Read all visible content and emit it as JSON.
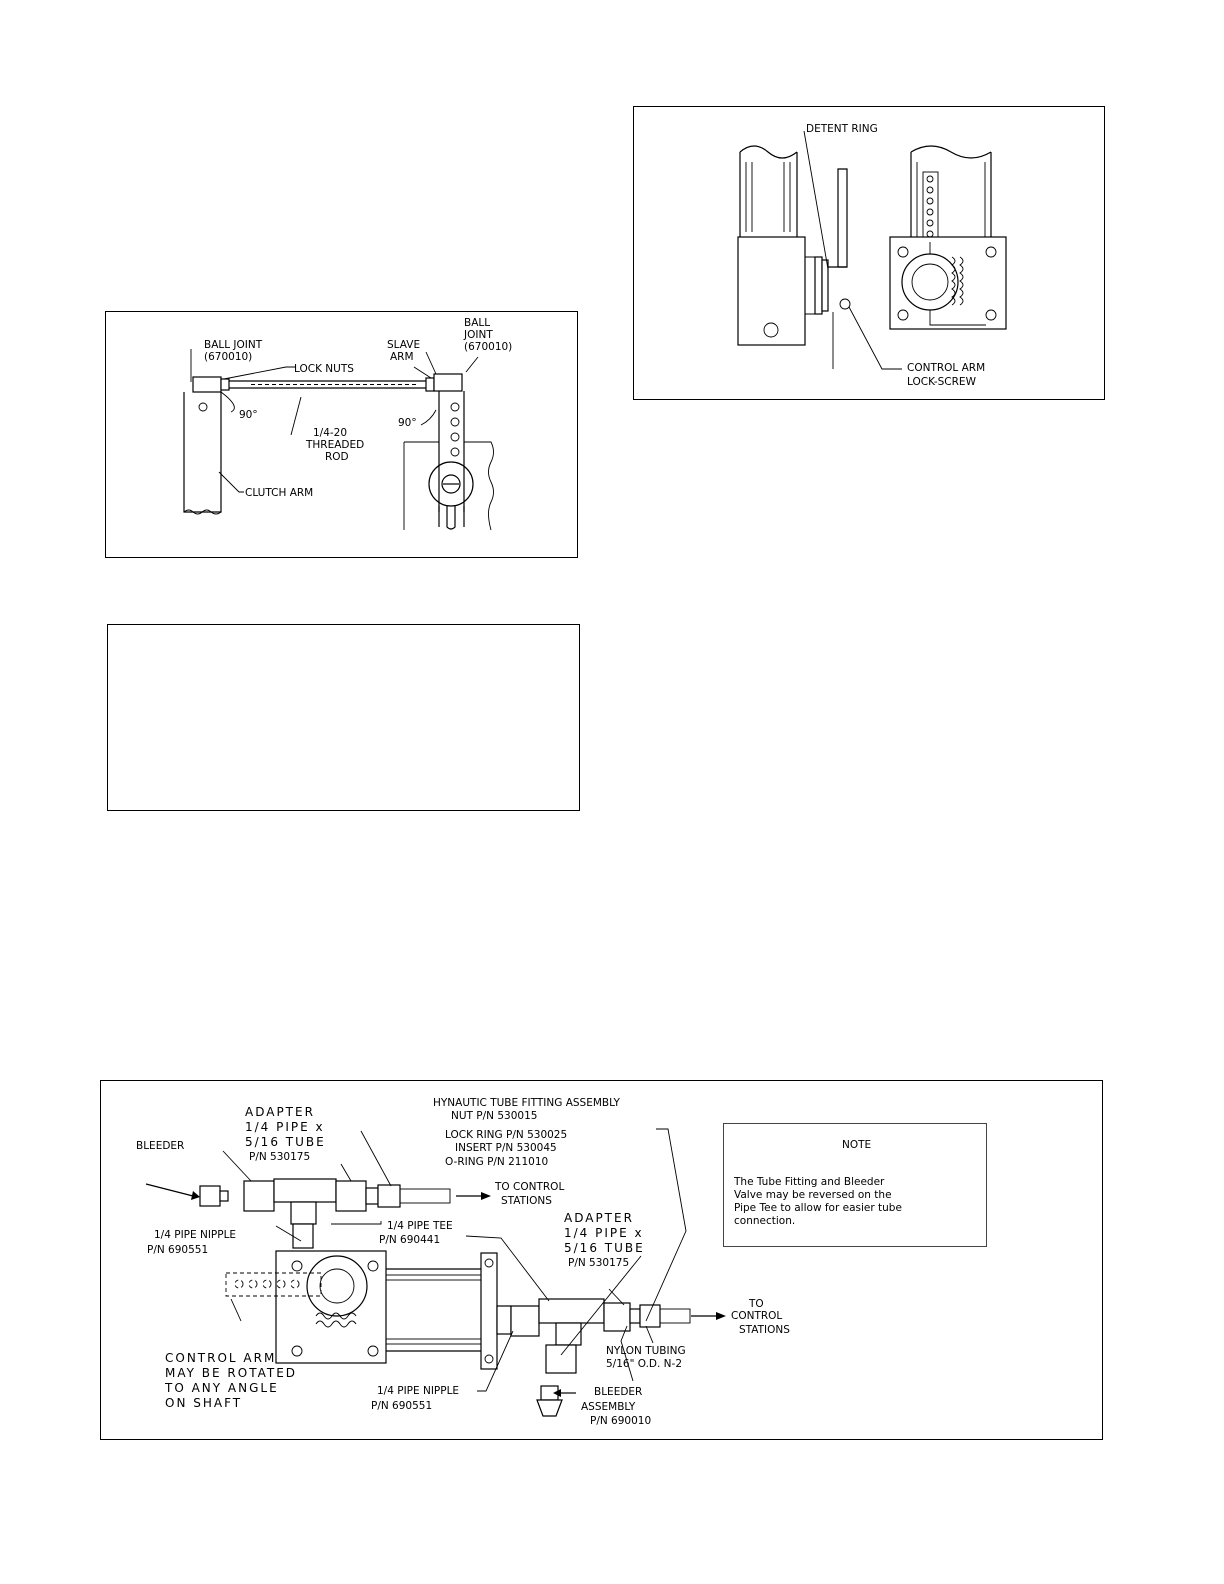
{
  "linkage": {
    "ball_joint_left": "BALL JOINT",
    "ball_joint_left_pn": "(670010)",
    "lock_nuts": "LOCK NUTS",
    "slave_arm_1": "SLAVE",
    "slave_arm_2": "ARM",
    "ball_joint_right_1": "BALL",
    "ball_joint_right_2": "JOINT",
    "ball_joint_right_pn": "(670010)",
    "angle_left": "90°",
    "angle_right": "90°",
    "rod_1": "1/4-20",
    "rod_2": "THREADED",
    "rod_3": "ROD",
    "clutch_arm": "CLUTCH ARM"
  },
  "detent": {
    "detent_ring": "DETENT RING",
    "control_arm_1": "CONTROL ARM",
    "control_arm_2": "LOCK-SCREW"
  },
  "assembly": {
    "adapter_top": [
      "ADAPTER",
      "1/4 PIPE x",
      "5/16 TUBE",
      "P/N 530175"
    ],
    "bleeder": "BLEEDER",
    "hynautic": [
      "HYNAUTIC TUBE FITTING ASSEMBLY",
      "NUT P/N 530015",
      "LOCK RING P/N 530025",
      "INSERT P/N 530045",
      "O-RING P/N 211010"
    ],
    "to_control_top": [
      "TO CONTROL",
      "STATIONS"
    ],
    "pipe_nipple_top": [
      "1/4 PIPE NIPPLE",
      "P/N 690551"
    ],
    "pipe_tee": [
      "1/4 PIPE TEE",
      "P/N 690441"
    ],
    "adapter_right": [
      "ADAPTER",
      "1/4 PIPE x",
      "5/16 TUBE",
      "P/N 530175"
    ],
    "control_arm": [
      "CONTROL ARM",
      "MAY BE ROTATED",
      "TO ANY ANGLE",
      "ON SHAFT"
    ],
    "pipe_nipple_bottom": [
      "1/4 PIPE NIPPLE",
      "P/N 690551"
    ],
    "bleeder_assembly": [
      "BLEEDER",
      "ASSEMBLY",
      "P/N 690010"
    ],
    "nylon_tubing": [
      "NYLON TUBING",
      "5/16\" O.D. N-2"
    ],
    "to_control_right": [
      "TO",
      "CONTROL",
      "STATIONS"
    ],
    "note_title": "NOTE",
    "note_lines": [
      "The Tube    Fitting and Bleeder",
      "Valve may be reversed on the",
      "Pipe Tee to allow for easier tube",
      "connection."
    ]
  }
}
